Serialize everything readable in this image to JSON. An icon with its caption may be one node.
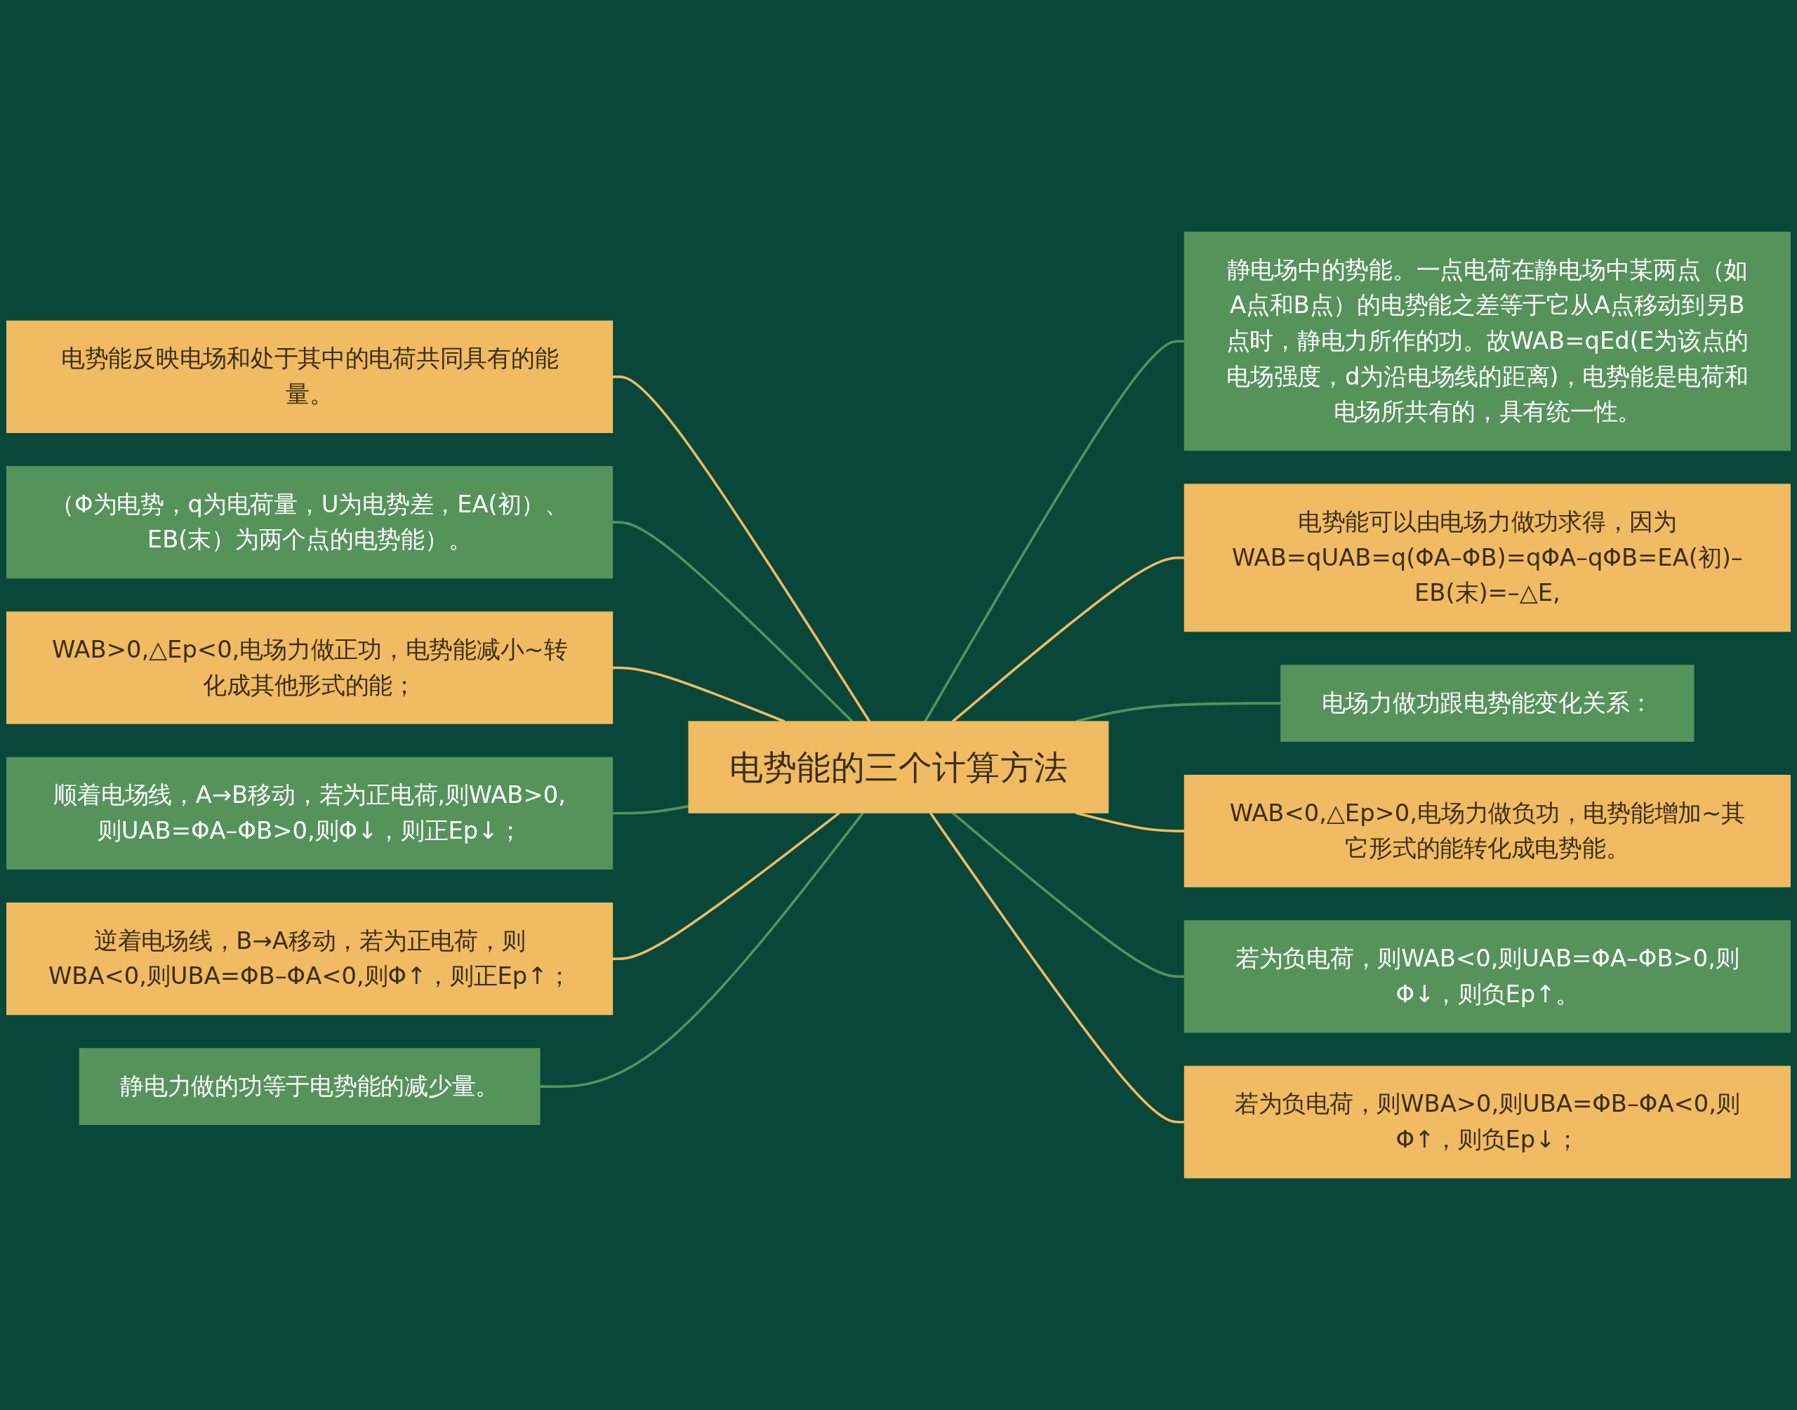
{
  "diagram": {
    "nodes": [
      {
        "text": [
          "电势能的三个计算方法"
        ]
      },
      {
        "text": [
          "电势能反映电场和处于其中的电荷共同具有的能量。"
        ]
      },
      {
        "text": [
          "（Φ为电势，q为电荷量，U为电势差，EA(初）、EB(末）为两个点的电势能）。"
        ]
      },
      {
        "text": [
          "WAB>0,△Ep<0,电场力做正功，电势能减小~转化成其他形式的能；"
        ]
      },
      {
        "text": [
          "顺着电场线，A→B移动，若为正电荷,则WAB>0,则UAB=ΦA–ΦB>0,则Φ↓，则正Ep↓；"
        ]
      },
      {
        "text": [
          "逆着电场线，B→A移动，若为正电荷，则WBA<0,则UBA=ΦB–ΦA<0,则Φ↑，则正Ep↑；"
        ]
      },
      {
        "text": [
          "静电力做的功等于电势能的减少量。"
        ]
      },
      {
        "text": [
          "静电场中的势能。一点电荷在静电场中某两点（如A点和B点）的电势能之差等于它从A点移动到另B点时，静电力所作的功。故WAB=qEd(E为该点的电场强度，d为沿电场线的距离)，电势能是电荷和电场所共有的，具有统一性。"
        ]
      },
      {
        "text": [
          "电势能可以由电场力做功求得，因为WAB=qUAB=q(ΦA–ΦB)=qΦA–qΦB=EA(初)–EB(末)=–△E,"
        ]
      },
      {
        "text": [
          "电场力做功跟电势能变化关系："
        ]
      },
      {
        "text": [
          "WAB<0,△Ep>0,电场力做负功，电势能增加~其它形式的能转化成电势能。"
        ]
      },
      {
        "text": [
          "若为负电荷，则WAB<0,则UAB=ΦA–ΦB>0,则Φ↓，则负Ep↑。"
        ]
      },
      {
        "text": [
          "若为负电荷，则WBA>0,则UBA=ΦB–ΦA<0,则Φ↑，则负Ep↓；"
        ]
      }
    ],
    "edges": [
      {
        "from": 0,
        "to": 1,
        "arrow": "none",
        "color": "#f0bb62"
      },
      {
        "from": 0,
        "to": 2,
        "arrow": "none",
        "color": "#55935b"
      },
      {
        "from": 0,
        "to": 3,
        "arrow": "none",
        "color": "#f0bb62"
      },
      {
        "from": 0,
        "to": 4,
        "arrow": "none",
        "color": "#55935b"
      },
      {
        "from": 0,
        "to": 5,
        "arrow": "none",
        "color": "#f0bb62"
      },
      {
        "from": 0,
        "to": 6,
        "arrow": "none",
        "color": "#55935b"
      },
      {
        "from": 0,
        "to": 7,
        "arrow": "none",
        "color": "#55935b"
      },
      {
        "from": 0,
        "to": 8,
        "arrow": "none",
        "color": "#f0bb62"
      },
      {
        "from": 0,
        "to": 9,
        "arrow": "none",
        "color": "#55935b"
      },
      {
        "from": 0,
        "to": 10,
        "arrow": "none",
        "color": "#f0bb62"
      },
      {
        "from": 0,
        "to": 11,
        "arrow": "none",
        "color": "#55935b"
      },
      {
        "from": 0,
        "to": 12,
        "arrow": "none",
        "color": "#f0bb62"
      }
    ]
  }
}
